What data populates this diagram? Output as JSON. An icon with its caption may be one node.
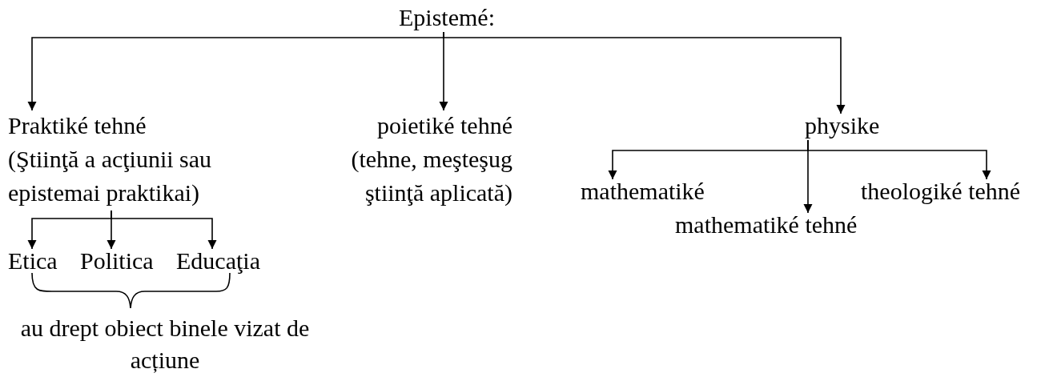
{
  "diagram": {
    "nodes": [
      {
        "text": [
          "Epistemé:"
        ]
      },
      {
        "text": [
          "Praktiké tehné",
          "(Ştiinţă a acţiunii sau epistemai praktikai)"
        ]
      },
      {
        "text": [
          "poietiké tehné",
          "(tehne, meşteşug ştiinţă aplicată)"
        ]
      },
      {
        "text": [
          "physike"
        ]
      },
      {
        "text": [
          "Etica"
        ]
      },
      {
        "text": [
          "Politica"
        ]
      },
      {
        "text": [
          "Educaţia"
        ]
      },
      {
        "text": [
          "mathematiké"
        ]
      },
      {
        "text": [
          "mathematiké tehné"
        ]
      },
      {
        "text": [
          "theologiké tehné"
        ]
      }
    ],
    "edges": [
      {
        "from": 0,
        "to": 1,
        "arrow": "to"
      },
      {
        "from": 0,
        "to": 2,
        "arrow": "to"
      },
      {
        "from": 0,
        "to": 3,
        "arrow": "to"
      },
      {
        "from": 1,
        "to": 4,
        "arrow": "to"
      },
      {
        "from": 1,
        "to": 5,
        "arrow": "to"
      },
      {
        "from": 1,
        "to": 6,
        "arrow": "to"
      },
      {
        "from": 3,
        "to": 7,
        "arrow": "to"
      },
      {
        "from": 3,
        "to": 8,
        "arrow": "to"
      },
      {
        "from": 3,
        "to": 9,
        "arrow": "to"
      }
    ],
    "labels": [
      "au drept obiect binele vizat de acțiune"
    ]
  }
}
